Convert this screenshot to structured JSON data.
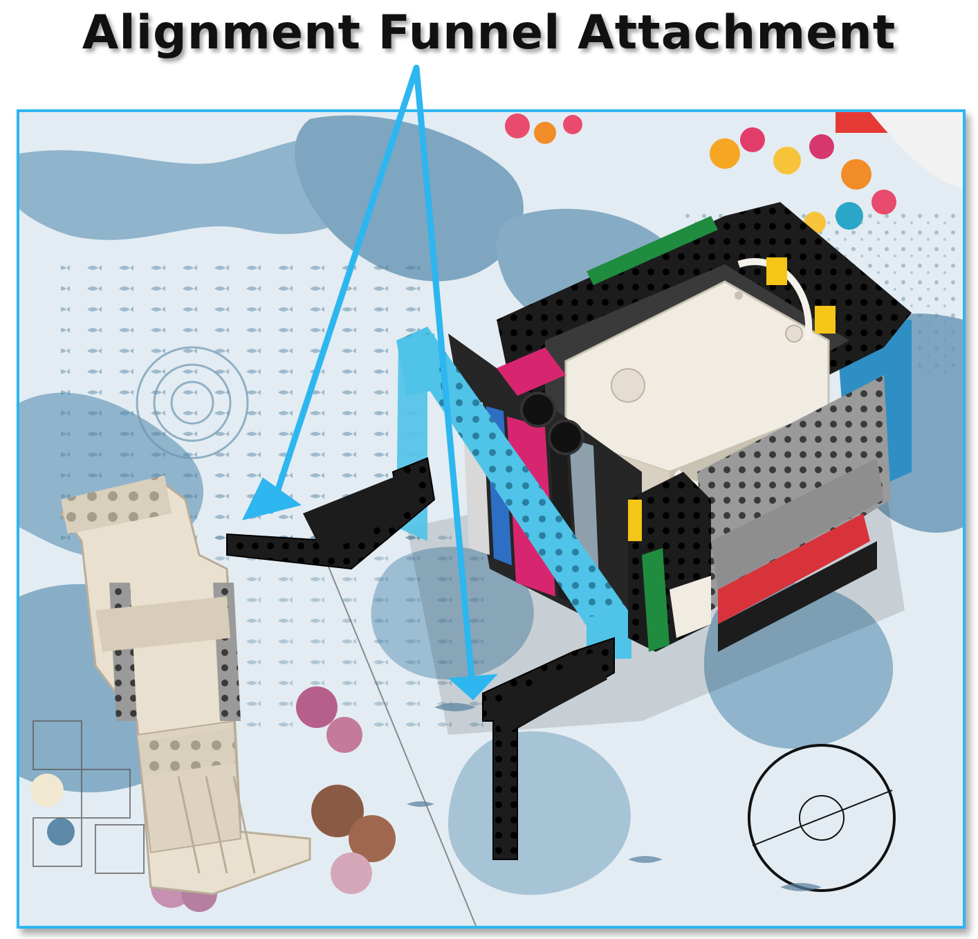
{
  "title": "Alignment Funnel Attachment",
  "colors": {
    "arrow": "#2db6f0",
    "frame_border": "#2db6f0",
    "title_text": "#111111",
    "mat_water": "#8fb4cc",
    "mat_light": "#e6eef3",
    "robot_black": "#1b1b1b",
    "robot_azure": "#4fc3e8",
    "hub_white": "#f1ece2",
    "model_beige": "#e9e0cf"
  },
  "scene": {
    "mat": "ocean-themed competition mat with fish, coral and seaweed illustrations",
    "robot": "LEGO robot with hub and frame",
    "attachment": "two black beam funnel arms at front of robot",
    "model": "beige mission model box",
    "target": "black circle alignment target"
  },
  "icons": [
    "arrow-icon",
    "target-circle-icon"
  ]
}
